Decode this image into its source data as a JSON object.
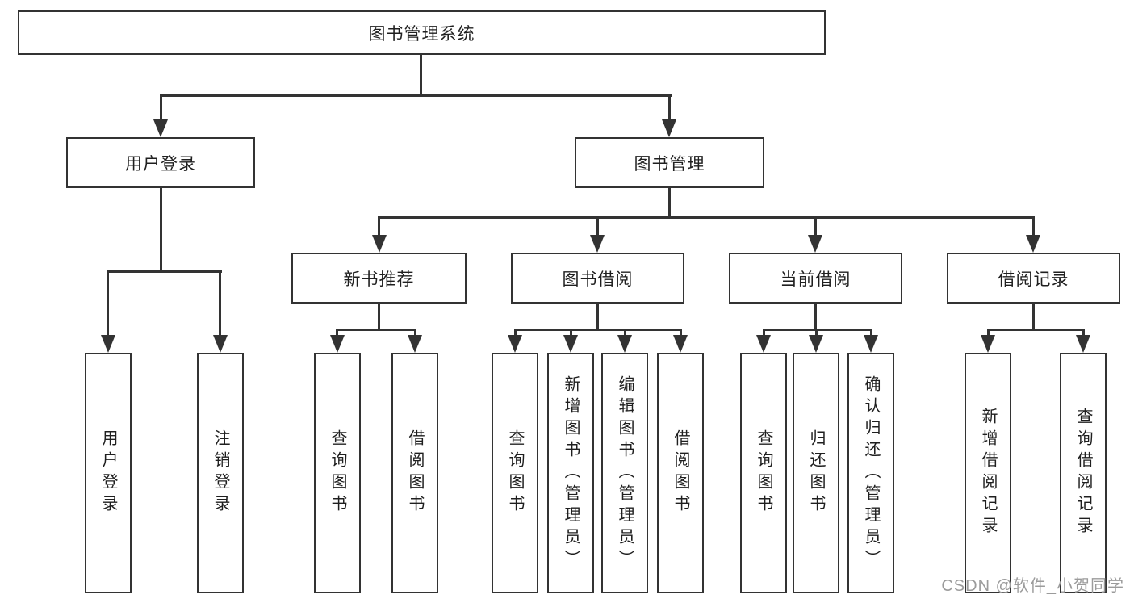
{
  "diagram": {
    "root": {
      "label": "图书管理系统"
    },
    "level2": [
      {
        "label": "用户登录",
        "children": [
          {
            "label": "用户登录"
          },
          {
            "label": "注销登录"
          }
        ]
      },
      {
        "label": "图书管理",
        "children": [
          {
            "label": "新书推荐",
            "children": [
              {
                "label": "查询图书"
              },
              {
                "label": "借阅图书"
              }
            ]
          },
          {
            "label": "图书借阅",
            "children": [
              {
                "label": "查询图书"
              },
              {
                "label": "新增图书（管理员）"
              },
              {
                "label": "编辑图书（管理员）"
              },
              {
                "label": "借阅图书"
              }
            ]
          },
          {
            "label": "当前借阅",
            "children": [
              {
                "label": "查询图书"
              },
              {
                "label": "归还图书"
              },
              {
                "label": "确认归还（管理员）"
              }
            ]
          },
          {
            "label": "借阅记录",
            "children": [
              {
                "label": "新增借阅记录"
              },
              {
                "label": "查询借阅记录"
              }
            ]
          }
        ]
      }
    ],
    "watermark": "CSDN @软件_小贺同学",
    "colors": {
      "line": "#333333",
      "text": "#1f1f1f",
      "background": "#ffffff",
      "watermark": "#9b9b9b"
    }
  }
}
